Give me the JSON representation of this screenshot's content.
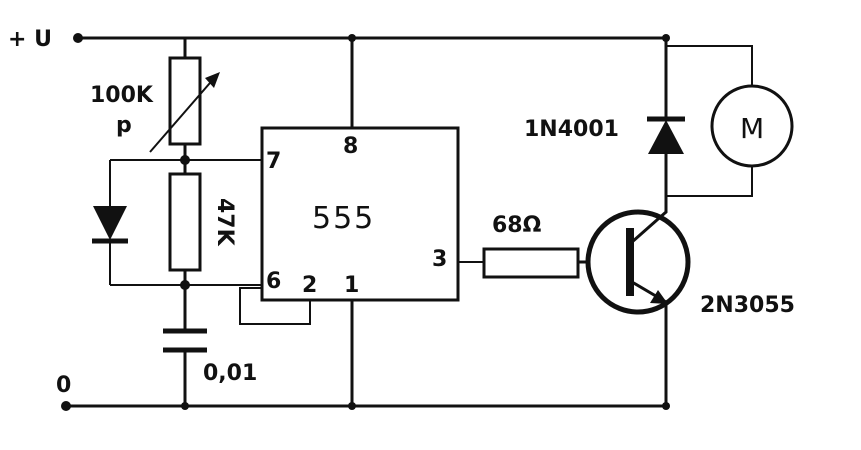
{
  "supply": {
    "positive_label": "+ U",
    "ground_label": "0"
  },
  "ic": {
    "name": "555",
    "pins": {
      "p8": "8",
      "p7": "7",
      "p6": "6",
      "p2": "2",
      "p1": "1",
      "p3": "3"
    }
  },
  "components": {
    "potentiometer": {
      "value": "100K",
      "tag": "p"
    },
    "resistor_47k": {
      "value": "47K"
    },
    "resistor_68": {
      "value": "68Ω"
    },
    "capacitor": {
      "value": "0,01"
    },
    "diode_flyback": {
      "part": "1N4001"
    },
    "transistor": {
      "part": "2N3055"
    },
    "motor": {
      "label": "M"
    }
  }
}
